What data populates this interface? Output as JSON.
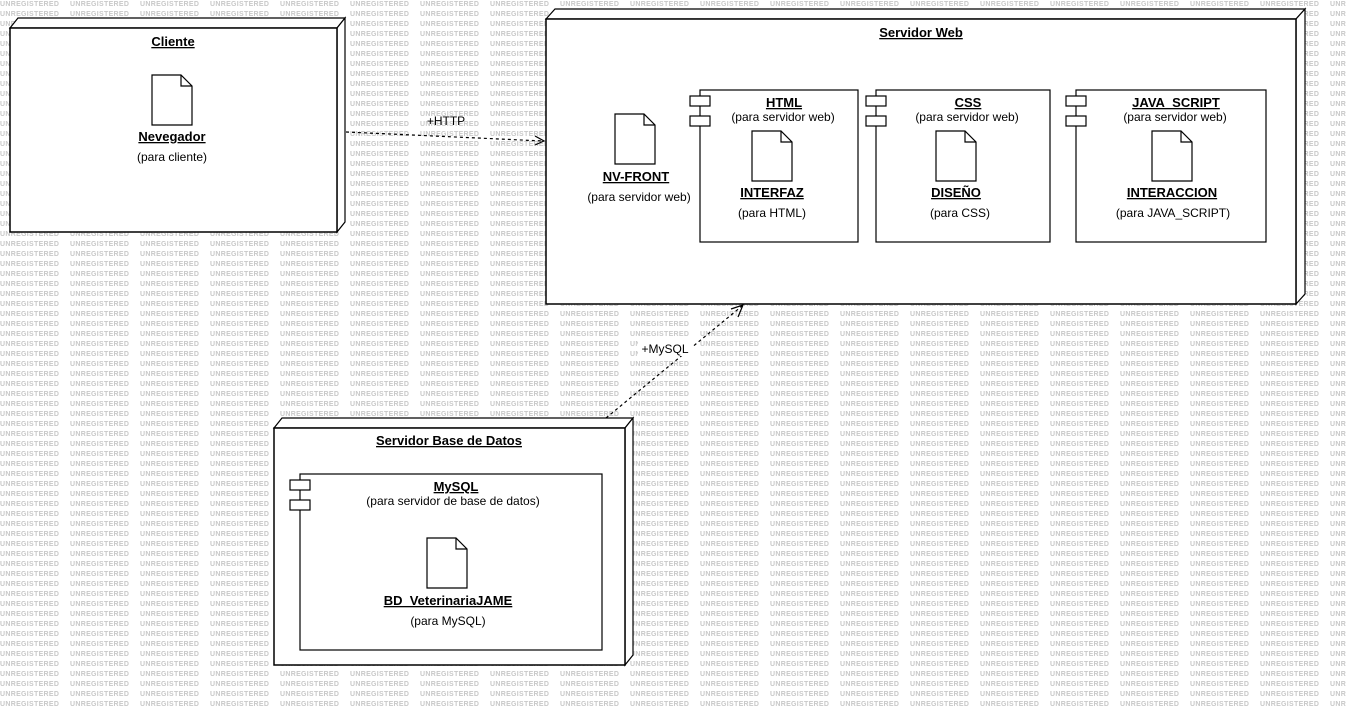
{
  "watermark": {
    "text": "UNREGISTERED"
  },
  "connections": {
    "http": {
      "label": "+HTTP"
    },
    "mysql": {
      "label": "+MySQL"
    }
  },
  "nodes": {
    "cliente": {
      "title": "Cliente",
      "artifact": {
        "name": "Nevegador",
        "stereotype": "(para cliente)"
      }
    },
    "servidor_web": {
      "title": "Servidor Web",
      "artifact": {
        "name": "NV-FRONT",
        "stereotype": "(para servidor web)"
      },
      "components": {
        "html": {
          "name": "HTML",
          "stereotype": "(para servidor web)",
          "artifact": {
            "name": "INTERFAZ",
            "stereotype": "(para HTML)"
          }
        },
        "css": {
          "name": "CSS",
          "stereotype": "(para servidor web)",
          "artifact": {
            "name": "DISEÑO",
            "stereotype": "(para CSS)"
          }
        },
        "js": {
          "name": "JAVA_SCRIPT",
          "stereotype": "(para servidor web)",
          "artifact": {
            "name": "INTERACCION",
            "stereotype": "(para JAVA_SCRIPT)"
          }
        }
      }
    },
    "servidor_bd": {
      "title": "Servidor Base de Datos",
      "component": {
        "name": "MySQL",
        "stereotype": "(para servidor de base de datos)",
        "artifact": {
          "name": "BD_VeterinariaJAME",
          "stereotype": "(para MySQL)"
        }
      }
    }
  }
}
